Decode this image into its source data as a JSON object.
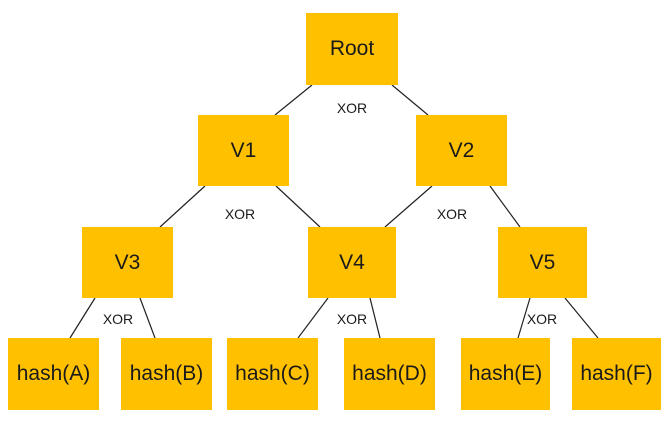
{
  "colors": {
    "node_fill": "#FFC000",
    "edge": "#222222",
    "text": "#1a1a1a"
  },
  "nodes": {
    "root": "Root",
    "v1": "V1",
    "v2": "V2",
    "v3": "V3",
    "v4": "V4",
    "v5": "V5",
    "hash_a": "hash(A)",
    "hash_b": "hash(B)",
    "hash_c": "hash(C)",
    "hash_d": "hash(D)",
    "hash_e": "hash(E)",
    "hash_f": "hash(F)"
  },
  "operator": "XOR",
  "edges": [
    [
      "root",
      "v1"
    ],
    [
      "root",
      "v2"
    ],
    [
      "v1",
      "v3"
    ],
    [
      "v1",
      "v4"
    ],
    [
      "v2",
      "v4"
    ],
    [
      "v2",
      "v5"
    ],
    [
      "v3",
      "hash_a"
    ],
    [
      "v3",
      "hash_b"
    ],
    [
      "v4",
      "hash_c"
    ],
    [
      "v4",
      "hash_d"
    ],
    [
      "v5",
      "hash_e"
    ],
    [
      "v5",
      "hash_f"
    ]
  ]
}
